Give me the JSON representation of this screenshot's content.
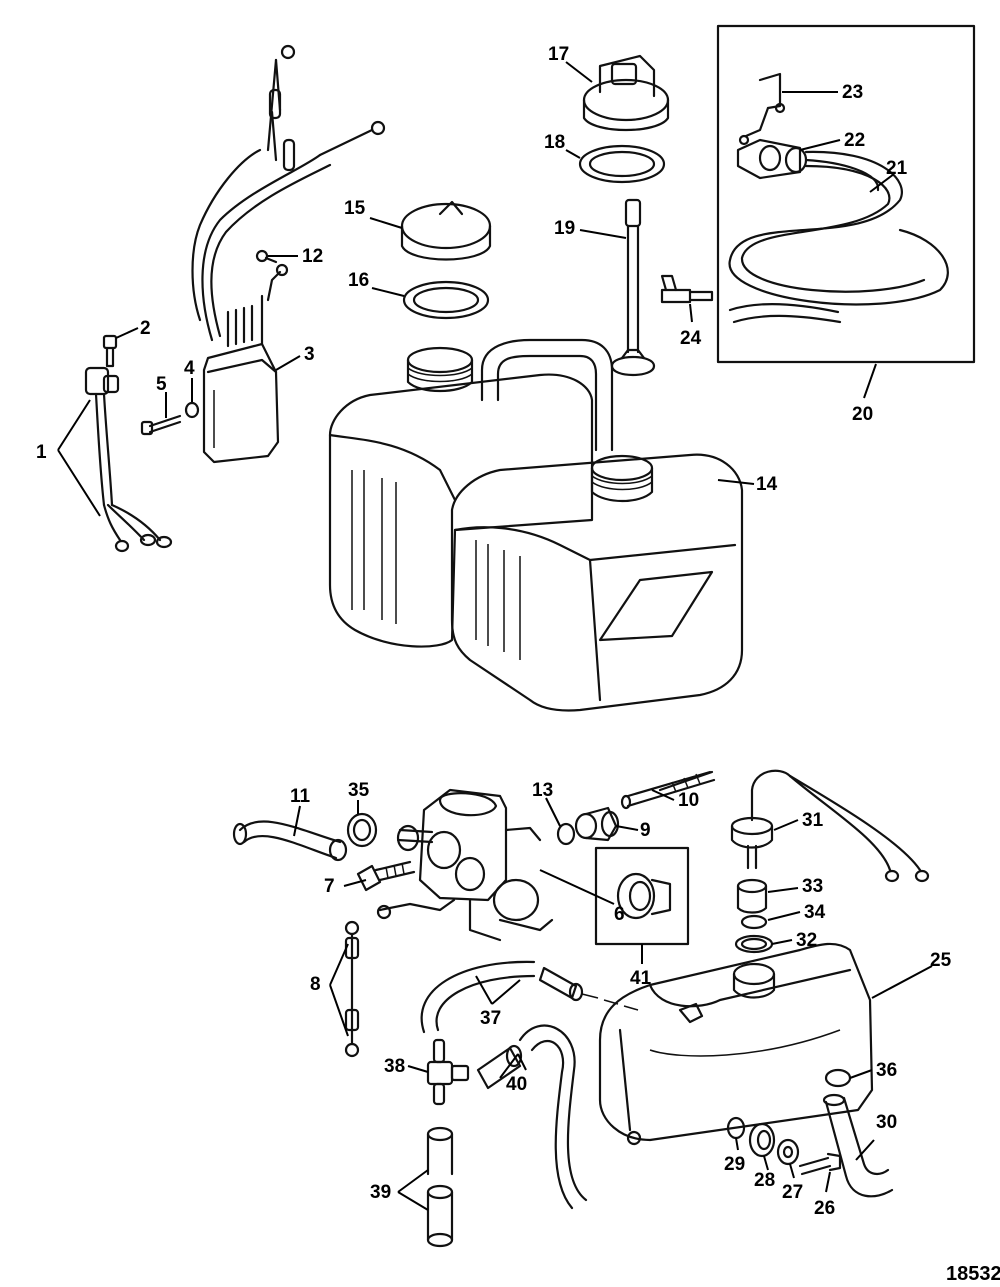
{
  "figure_number": "18532",
  "callouts": [
    {
      "id": "1",
      "label": "1"
    },
    {
      "id": "2",
      "label": "2"
    },
    {
      "id": "3",
      "label": "3"
    },
    {
      "id": "4",
      "label": "4"
    },
    {
      "id": "5",
      "label": "5"
    },
    {
      "id": "6",
      "label": "6"
    },
    {
      "id": "7",
      "label": "7"
    },
    {
      "id": "8",
      "label": "8"
    },
    {
      "id": "9",
      "label": "9"
    },
    {
      "id": "10",
      "label": "10"
    },
    {
      "id": "11",
      "label": "11"
    },
    {
      "id": "12",
      "label": "12"
    },
    {
      "id": "13",
      "label": "13"
    },
    {
      "id": "14",
      "label": "14"
    },
    {
      "id": "15",
      "label": "15"
    },
    {
      "id": "16",
      "label": "16"
    },
    {
      "id": "17",
      "label": "17"
    },
    {
      "id": "18",
      "label": "18"
    },
    {
      "id": "19",
      "label": "19"
    },
    {
      "id": "20",
      "label": "20"
    },
    {
      "id": "21",
      "label": "21"
    },
    {
      "id": "22",
      "label": "22"
    },
    {
      "id": "23",
      "label": "23"
    },
    {
      "id": "24",
      "label": "24"
    },
    {
      "id": "25",
      "label": "25"
    },
    {
      "id": "26",
      "label": "26"
    },
    {
      "id": "27",
      "label": "27"
    },
    {
      "id": "28",
      "label": "28"
    },
    {
      "id": "29",
      "label": "29"
    },
    {
      "id": "30",
      "label": "30"
    },
    {
      "id": "31",
      "label": "31"
    },
    {
      "id": "32",
      "label": "32"
    },
    {
      "id": "33",
      "label": "33"
    },
    {
      "id": "34",
      "label": "34"
    },
    {
      "id": "35",
      "label": "35"
    },
    {
      "id": "36",
      "label": "36"
    },
    {
      "id": "37",
      "label": "37"
    },
    {
      "id": "38",
      "label": "38"
    },
    {
      "id": "39",
      "label": "39"
    },
    {
      "id": "40",
      "label": "40"
    },
    {
      "id": "41",
      "label": "41"
    }
  ]
}
